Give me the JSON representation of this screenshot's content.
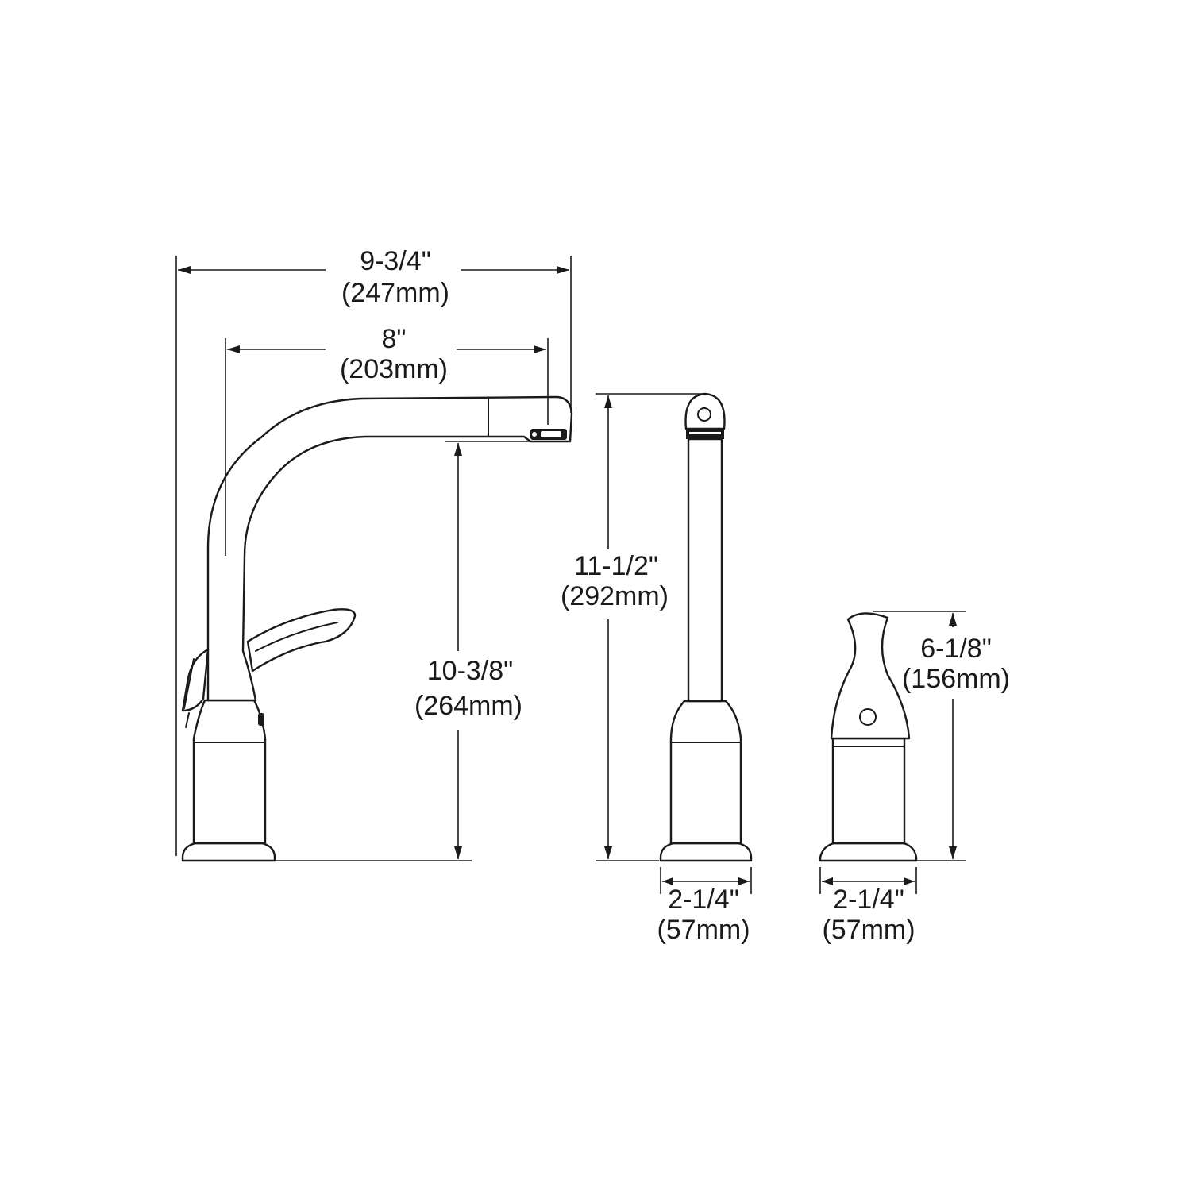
{
  "dimensions": {
    "overall_width": {
      "imperial": "9-3/4\"",
      "metric": "(247mm)"
    },
    "spout_reach": {
      "imperial": "8\"",
      "metric": "(203mm)"
    },
    "spout_height": {
      "imperial": "10-3/8\"",
      "metric": "(264mm)"
    },
    "sprayer_height": {
      "imperial": "11-1/2\"",
      "metric": "(292mm)"
    },
    "sprayer_base": {
      "imperial": "2-1/4\"",
      "metric": "(57mm)"
    },
    "handle_height": {
      "imperial": "6-1/8\"",
      "metric": "(156mm)"
    },
    "handle_base": {
      "imperial": "2-1/4\"",
      "metric": "(57mm)"
    }
  },
  "colors": {
    "line": "#1a1a1a",
    "background": "#ffffff"
  }
}
